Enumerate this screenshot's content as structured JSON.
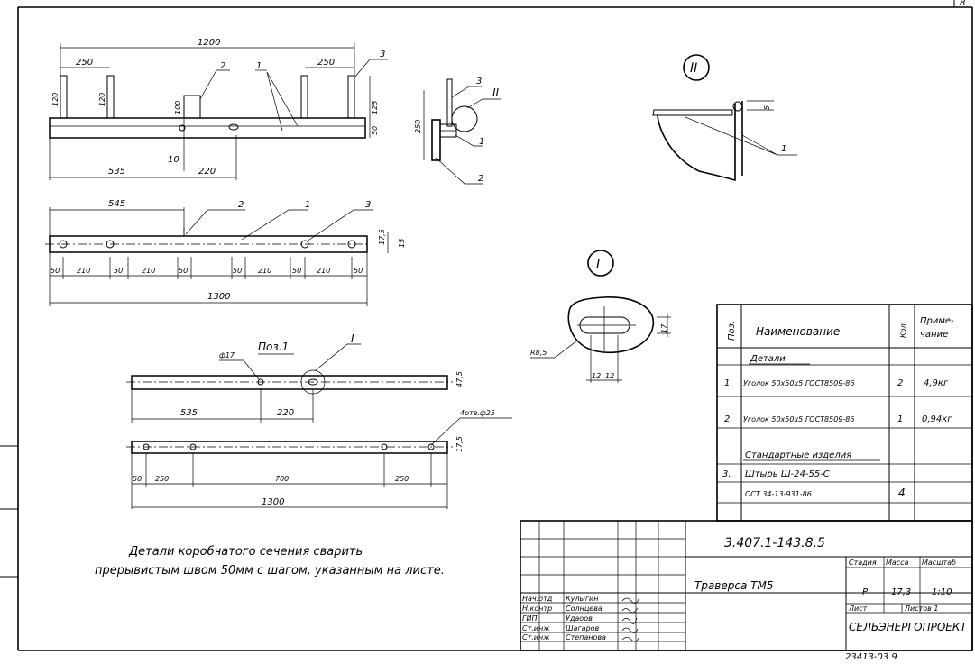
{
  "sheet": {
    "sheet_number": "8",
    "doc_code": "3.407.1-143.8.5",
    "part_name": "Траверса   ТМ5",
    "organization": "СЕЛЬЭНЕРГОПРОЕКТ",
    "bottom_number": "23413-03   9"
  },
  "notes": {
    "line1": "Детали коробчатого сечения сварить",
    "line2": "прерывистым швом 50мм с шагом, указанным на листе."
  },
  "stamp": {
    "stadia_label": "Стадия",
    "mass_label": "Масса",
    "scale_label": "Масштаб",
    "stadia_value": "Р",
    "mass_value": "17,3",
    "scale_value": "1:10",
    "sheet_label": "Лист",
    "sheets_label": "Листов 1",
    "signers": [
      {
        "role": "Нач.отд",
        "name": "Кулыгин"
      },
      {
        "role": "Н.контр",
        "name": "Солнцева"
      },
      {
        "role": "ГИП",
        "name": "Удаоов"
      },
      {
        "role": "Ст.инж",
        "name": "Шагаров"
      },
      {
        "role": "Ст.инж",
        "name": "Степанова"
      }
    ]
  },
  "spec": {
    "col_pos": "Поз.",
    "col_name": "Наименование",
    "col_qty": "Кол.",
    "col_note_1": "Приме-",
    "col_note_2": "чание",
    "section_details": "Детали",
    "section_standard": "Стандартные изделия",
    "rows": [
      {
        "pos": "1",
        "name": "Уголок 50х50х5 ГОСТ8509-86",
        "qty": "2",
        "note": "4,9кг"
      },
      {
        "pos": "2",
        "name": "Уголок 50х50х5 ГОСТ8509-86",
        "qty": "1",
        "note": "0,94кг"
      },
      {
        "pos": "3.",
        "name": "Штырь  Ш-24-55-С",
        "name2": "ОСТ 34-13-931-86",
        "qty": "4",
        "note": ""
      }
    ]
  },
  "views": {
    "roman_1": "I",
    "roman_2": "II",
    "pos1_title": "Поз.1",
    "callouts": {
      "c1": "1",
      "c2": "2",
      "c3": "3"
    }
  },
  "dims": {
    "d1200": "1200",
    "d250": "250",
    "d535": "535",
    "d220": "220",
    "d10": "10",
    "d100": "100",
    "d125": "125",
    "d120": "120",
    "d50": "50",
    "d250v": "250",
    "d545": "545",
    "d210": "210",
    "d1300": "1300",
    "d17_5": "17,5",
    "d15": "15",
    "d_phi17": "ф17",
    "d47_5": "47,5",
    "d4holes": "4отв.ф25",
    "d700": "700",
    "dR8_5": "R8,5",
    "d12": "12",
    "d17": "17",
    "d5": "5"
  }
}
